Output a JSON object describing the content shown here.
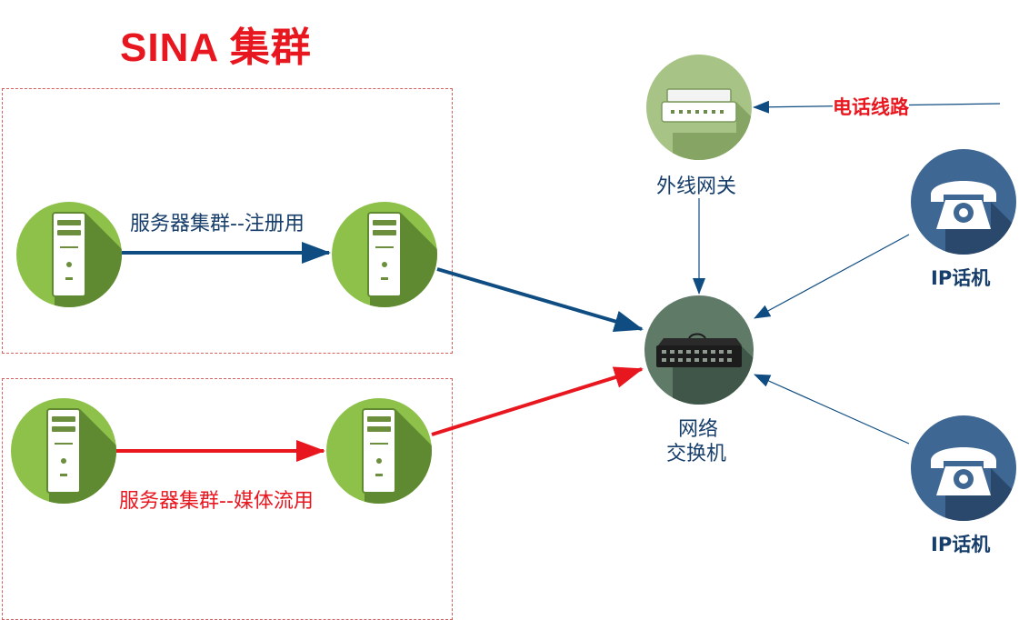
{
  "title": "SINA 集群",
  "cluster_register_label": "服务器集群--注册用",
  "cluster_media_label": "服务器集群--媒体流用",
  "gateway_label": "外线网关",
  "switch_label_line1": "网络",
  "switch_label_line2": "交换机",
  "phone_line_label": "电话线路",
  "ip_phone_1_label": "IP话机",
  "ip_phone_2_label": "IP话机",
  "colors": {
    "title_red": "#e8171f",
    "server_green": "#8dc14a",
    "server_shadow": "#5f8a32",
    "gateway_green": "#a7c486",
    "switch_dark_green": "#607a68",
    "phone_blue": "#3e6793",
    "arrow_blue": "#0f4c81",
    "arrow_red": "#e8171f",
    "dashed_border": "#d46060"
  }
}
